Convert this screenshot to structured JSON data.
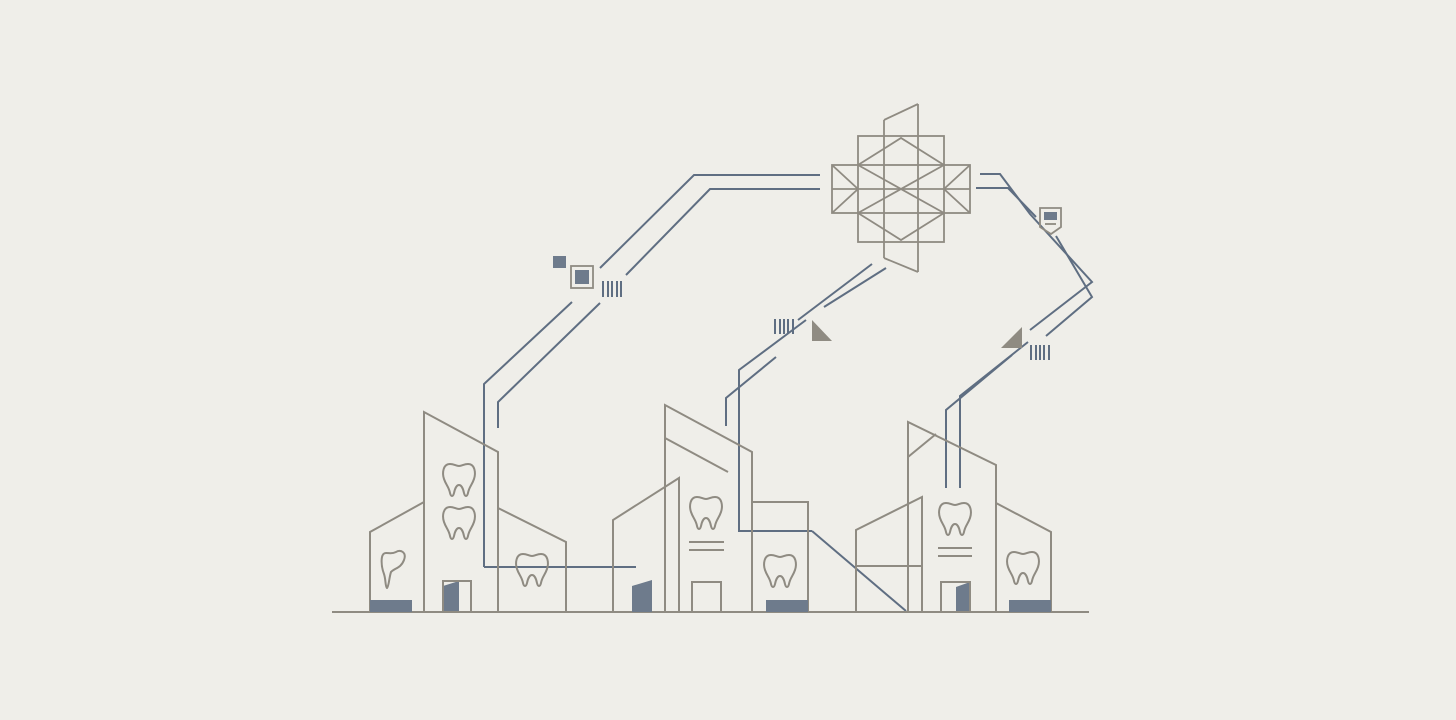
{
  "scene": {
    "palette": {
      "background": "#efeee9",
      "structure_stroke": "#8f8b82",
      "network_line": "#5f6e82",
      "accent_fill": "#6e7b8c"
    },
    "hub": {
      "icon": "central-hub-lattice-icon"
    },
    "clinics": [
      {
        "name": "dental-clinic-left",
        "tooth_icons": 4
      },
      {
        "name": "dental-clinic-middle",
        "tooth_icons": 2
      },
      {
        "name": "dental-clinic-right",
        "tooth_icons": 2
      }
    ],
    "data_packets": [
      "small-square-icon",
      "framed-square-icon",
      "barcode-icon",
      "barcode-icon",
      "triangle-flag-icon",
      "triangle-flag-icon",
      "barcode-icon",
      "document-pin-icon"
    ]
  }
}
